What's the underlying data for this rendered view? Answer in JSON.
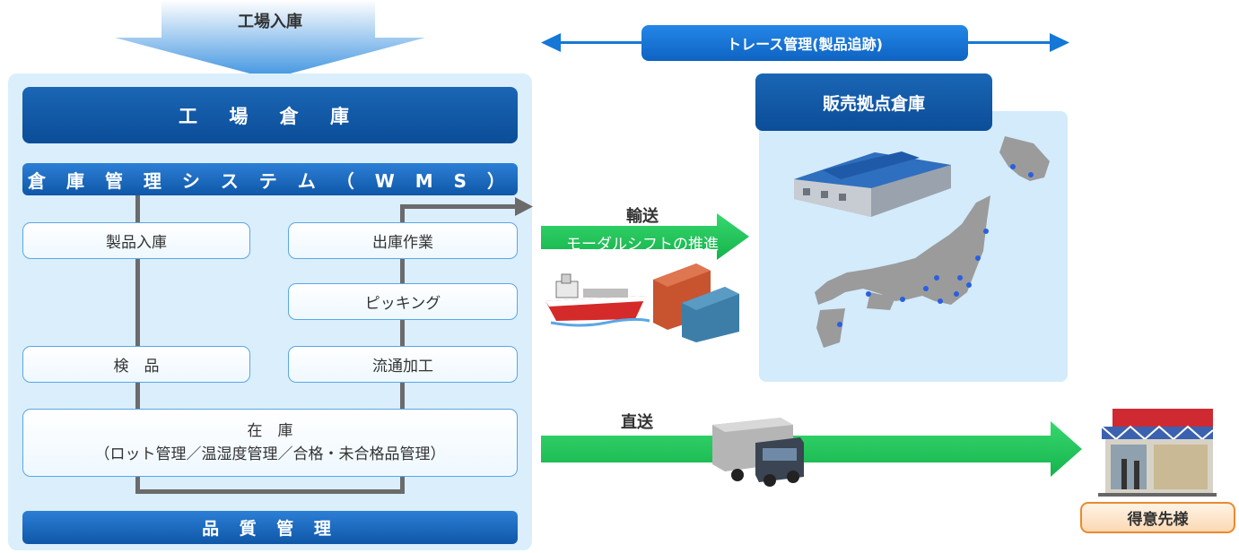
{
  "factory_inbound": {
    "label": "工場入庫"
  },
  "factory": {
    "header": "工 場 倉 庫",
    "wms": "倉 庫 管 理 シ ス テ ム （ W M S ）",
    "boxes": {
      "product_inbound": "製品入庫",
      "outbound_work": "出庫作業",
      "picking": "ピッキング",
      "inspection": "検　品",
      "processing": "流通加工"
    },
    "inventory": {
      "title": "在　庫",
      "detail": "（ロット管理／温湿度管理／合格・未合格品管理）"
    },
    "quality": "品 質 管 理"
  },
  "trace": {
    "label": "トレース管理(製品追跡)"
  },
  "transport": {
    "label": "輸送",
    "modal_shift": "モーダルシフトの推進"
  },
  "direct": {
    "label": "直送"
  },
  "sales_warehouse": {
    "header": "販売拠点倉庫"
  },
  "customer": {
    "label": "得意先様"
  },
  "colors": {
    "primary_blue": "#0b4d98",
    "panel_light_blue": "#dbeefb",
    "arrow_green": "#1fc95a",
    "trace_blue": "#1577d6",
    "customer_orange": "#e98a2e"
  }
}
